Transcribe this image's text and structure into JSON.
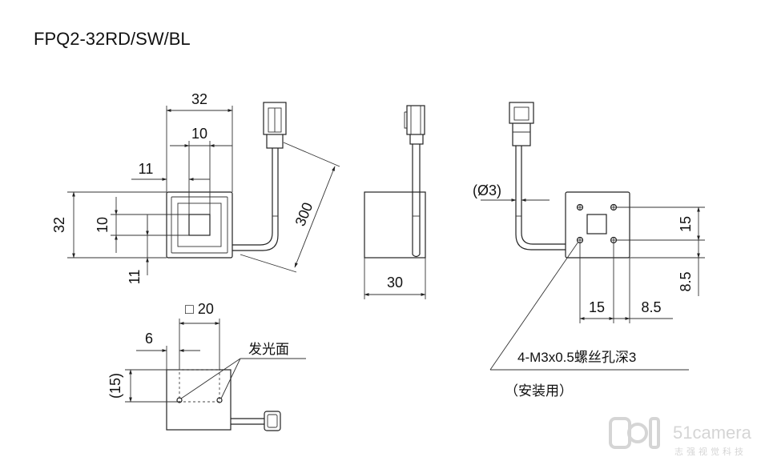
{
  "title": "FPQ2-32RD/SW/BL",
  "front_view": {
    "width_label": "32",
    "inner_width_label": "10",
    "left_offset_label": "11",
    "height_label": "32",
    "inner_height_label": "10",
    "bottom_offset_label": "11",
    "cable_length_label": "300"
  },
  "side_view": {
    "depth_label": "30"
  },
  "back_view": {
    "cable_dia_label": "(Ø3)",
    "hole_v_pitch_label": "15",
    "hole_v_offset_label": "8.5",
    "hole_h_pitch_label": "15",
    "hole_h_offset_label": "8.5",
    "hole_note": "4-M3x0.5螺丝孔深3",
    "mount_note": "（安装用）"
  },
  "bottom_view": {
    "emit_size_label": "□ 20",
    "offset_label": "6",
    "emit_label": "发光面",
    "height_label": "(15)"
  },
  "watermark": {
    "brand": "51camera",
    "subtitle": "志强视觉科技"
  }
}
